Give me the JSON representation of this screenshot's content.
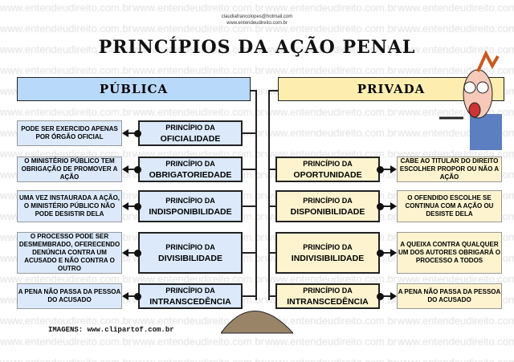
{
  "watermark": "www.entendeudireito.com.br",
  "contact": {
    "email": "claudiafrancolopes@hotmail.com",
    "site": "www.entendeudireito.com.br"
  },
  "title": "PRINCÍPIOS DA AÇÃO PENAL",
  "publica": {
    "header": "PÚBLICA",
    "rows": [
      {
        "label": "PRINCÍPIO DA",
        "name": "OFICIALIDADE",
        "desc": "PODE SER EXERCIDO APENAS POR ÓRGÃO OFICIAL"
      },
      {
        "label": "PRINCÍPIO DA",
        "name": "OBRIGATORIEDADE",
        "desc": "O MINISTÉRIO PÚBLICO TEM OBRIGAÇÃO DE PROMOVER A AÇÃO"
      },
      {
        "label": "PRINCÍPIO DA",
        "name": "INDISPONIBILIDADE",
        "desc": "UMA VEZ INSTAURADA A AÇÃO, O MINISTÉRIO PÚBLICO NÃO PODE DESISTIR DELA"
      },
      {
        "label": "PRINCÍPIO DA",
        "name": "DIVISIBILIDADE",
        "desc": "O PROCESSO PODE SER DESMEMBRADO, OFERECENDO DENÚNCIA CONTRA UM ACUSADO E NÃO CONTRA O OUTRO"
      },
      {
        "label": "PRINCÍPIO DA",
        "name": "INTRANSCEDÊNCIA",
        "desc": "A PENA NÃO PASSA DA PESSOA DO ACUSADO"
      }
    ]
  },
  "privada": {
    "header": "PRIVADA",
    "rows": [
      {
        "label": "PRINCÍPIO DA",
        "name": "OPORTUNIDADE",
        "desc": "CABE AO TITULAR DO DIREITO ESCOLHER PROPOR OU NÃO A AÇÃO"
      },
      {
        "label": "PRINCÍPIO DA",
        "name": "DISPONIBILIDADE",
        "desc": "O OFENDIDO ESCOLHE SE CONTINUA COM A AÇÃO OU DESISTE DELA"
      },
      {
        "label": "PRINCÍPIO DA",
        "name": "INDIVISIBILIDADE",
        "desc": "A QUEIXA CONTRA QUALQUER UM DOS AUTORES OBRIGARÁ O PROCESSO A TODOS"
      },
      {
        "label": "PRINCÍPIO DA",
        "name": "INTRANSCEDÊNCIA",
        "desc": "A PENA NÃO PASSA DA PESSOA DO ACUSADO"
      }
    ]
  },
  "footer": "IMAGENS: www.clipartof.com.br",
  "colors": {
    "publica": "#b9d9fb",
    "privada": "#fdeeb0",
    "publica_box": "#dbe9fb",
    "privada_box": "#fdf3cf"
  }
}
